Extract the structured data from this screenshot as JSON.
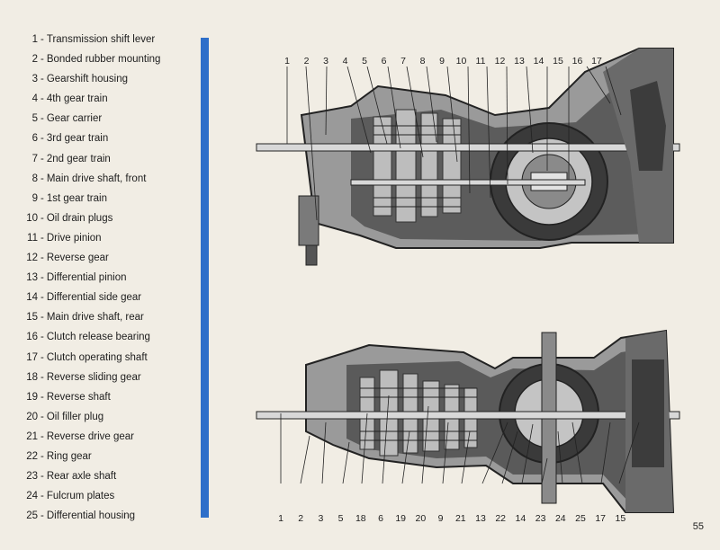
{
  "legend": [
    {
      "num": "1",
      "label": "Transmission shift lever"
    },
    {
      "num": "2",
      "label": "Bonded rubber mounting"
    },
    {
      "num": "3",
      "label": "Gearshift housing"
    },
    {
      "num": "4",
      "label": "4th gear train"
    },
    {
      "num": "5",
      "label": "Gear carrier"
    },
    {
      "num": "6",
      "label": "3rd gear train"
    },
    {
      "num": "7",
      "label": "2nd gear train"
    },
    {
      "num": "8",
      "label": "Main drive shaft, front"
    },
    {
      "num": "9",
      "label": "1st gear train"
    },
    {
      "num": "10",
      "label": "Oil drain plugs"
    },
    {
      "num": "11",
      "label": "Drive pinion"
    },
    {
      "num": "12",
      "label": "Reverse gear"
    },
    {
      "num": "13",
      "label": "Differential pinion"
    },
    {
      "num": "14",
      "label": "Differential side gear"
    },
    {
      "num": "15",
      "label": "Main drive shaft, rear"
    },
    {
      "num": "16",
      "label": "Clutch release bearing"
    },
    {
      "num": "17",
      "label": "Clutch operating shaft"
    },
    {
      "num": "18",
      "label": "Reverse sliding gear"
    },
    {
      "num": "19",
      "label": "Reverse shaft"
    },
    {
      "num": "20",
      "label": "Oil filler plug"
    },
    {
      "num": "21",
      "label": "Reverse drive gear"
    },
    {
      "num": "22",
      "label": "Ring gear"
    },
    {
      "num": "23",
      "label": "Rear axle shaft"
    },
    {
      "num": "24",
      "label": "Fulcrum plates"
    },
    {
      "num": "25",
      "label": "Differential housing"
    }
  ],
  "top_diagram_callouts": [
    "1",
    "2",
    "3",
    "4",
    "5",
    "6",
    "7",
    "8",
    "9",
    "10",
    "11",
    "12",
    "13",
    "14",
    "15",
    "16",
    "17"
  ],
  "bottom_diagram_callouts": [
    "1",
    "2",
    "3",
    "5",
    "18",
    "6",
    "19",
    "20",
    "9",
    "21",
    "13",
    "22",
    "14",
    "23",
    "24",
    "25",
    "17",
    "15"
  ],
  "page_number": "55",
  "colors": {
    "accent_bar": "#2f6fc9",
    "paper": "#f1ede4",
    "ink": "#1d1d1d"
  }
}
